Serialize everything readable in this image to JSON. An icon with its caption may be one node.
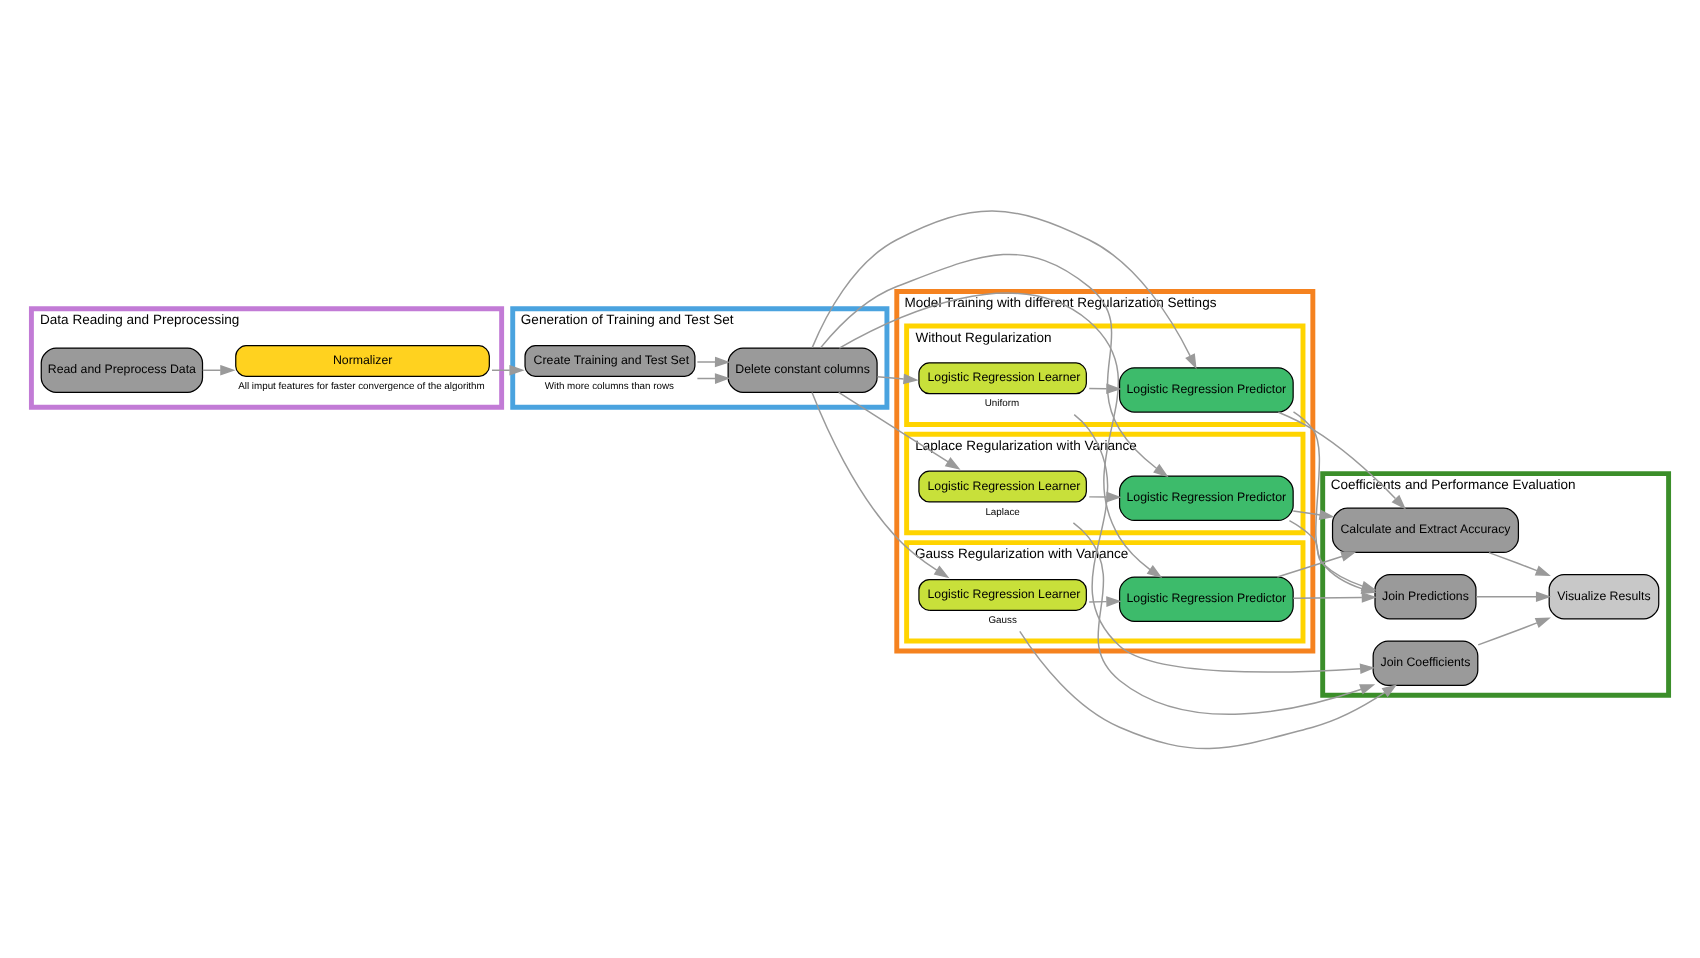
{
  "diagram": {
    "nodes": [
      {
        "text": [
          "Data Reading and Preprocessing"
        ]
      },
      {
        "text": [
          "Read and Preprocess Data"
        ],
        "in": 0
      },
      {
        "text": [
          "Normalizer"
        ],
        "in": 0,
        "beside": [
          "All imput features for faster convergence of the algorithm"
        ]
      },
      {
        "text": [
          "Generation of Training and Test Set"
        ]
      },
      {
        "text": [
          "Create Training and Test Set"
        ],
        "in": 3,
        "beside": [
          "With more columns than rows"
        ]
      },
      {
        "text": [
          "Delete constant columns"
        ],
        "in": 3
      },
      {
        "text": [
          "Model Training with different Regularization Settings"
        ]
      },
      {
        "text": [
          "Without Regularization"
        ],
        "in": 6
      },
      {
        "text": [
          "Logistic Regression Learner"
        ],
        "in": 7,
        "beside": [
          "Uniform"
        ]
      },
      {
        "text": [
          "Logistic Regression Predictor"
        ],
        "in": 7
      },
      {
        "text": [
          "Laplace Regularization with Variance"
        ],
        "in": 6
      },
      {
        "text": [
          "Logistic Regression Learner"
        ],
        "in": 10,
        "beside": [
          "Laplace"
        ]
      },
      {
        "text": [
          "Logistic Regression Predictor"
        ],
        "in": 10
      },
      {
        "text": [
          "Gauss Regularization with Variance"
        ],
        "in": 6
      },
      {
        "text": [
          "Logistic Regression Learner"
        ],
        "in": 13,
        "beside": [
          "Gauss"
        ]
      },
      {
        "text": [
          "Logistic Regression Predictor"
        ],
        "in": 13
      },
      {
        "text": [
          "Coefficients and Performance Evaluation"
        ]
      },
      {
        "text": [
          "Join Coefficients"
        ],
        "in": 16
      },
      {
        "text": [
          "Join Predictions"
        ],
        "in": 16
      },
      {
        "text": [
          "Calculate and Extract Accuracy"
        ],
        "in": 16
      },
      {
        "text": [
          "Visualize Results"
        ],
        "in": 16
      }
    ],
    "edges": [
      {
        "from": 1,
        "to": 2,
        "arrow": "to"
      },
      {
        "from": 2,
        "to": 4,
        "arrow": "to"
      },
      {
        "from": 4,
        "to": 5,
        "arrow": "to"
      },
      {
        "from": 4,
        "to": 5,
        "arrow": "to"
      },
      {
        "from": 5,
        "to": 8,
        "arrow": "to"
      },
      {
        "from": 5,
        "to": 11,
        "arrow": "to"
      },
      {
        "from": 5,
        "to": 14,
        "arrow": "to"
      },
      {
        "from": 5,
        "to": 9,
        "arrow": "to"
      },
      {
        "from": 5,
        "to": 12,
        "arrow": "to"
      },
      {
        "from": 5,
        "to": 15,
        "arrow": "to"
      },
      {
        "from": 8,
        "to": 9,
        "arrow": "to"
      },
      {
        "from": 11,
        "to": 12,
        "arrow": "to"
      },
      {
        "from": 14,
        "to": 15,
        "arrow": "to"
      },
      {
        "from": 8,
        "to": 17,
        "arrow": "to"
      },
      {
        "from": 14,
        "to": 17,
        "arrow": "to"
      },
      {
        "from": 11,
        "to": 17,
        "arrow": "to"
      },
      {
        "from": 9,
        "to": 18,
        "arrow": "to"
      },
      {
        "from": 12,
        "to": 18,
        "arrow": "to"
      },
      {
        "from": 15,
        "to": 18,
        "arrow": "to"
      },
      {
        "from": 9,
        "to": 19,
        "arrow": "to"
      },
      {
        "from": 12,
        "to": 19,
        "arrow": "to"
      },
      {
        "from": 15,
        "to": 19,
        "arrow": "to"
      },
      {
        "from": 17,
        "to": 20,
        "arrow": "to"
      },
      {
        "from": 18,
        "to": 20,
        "arrow": "to"
      },
      {
        "from": 19,
        "to": 20,
        "arrow": "to"
      }
    ]
  }
}
